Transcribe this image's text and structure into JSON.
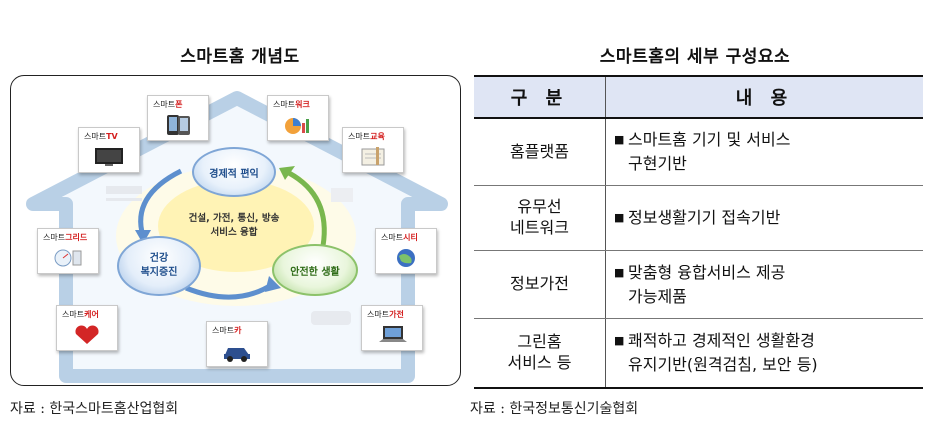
{
  "left": {
    "title": "스마트홈 개념도",
    "center_line1": "건설, 가전, 통신, 방송",
    "center_line2": "서비스 융합",
    "bubble_top": "경제적 편익",
    "bubble_left_line1": "건강",
    "bubble_left_line2": "복지증진",
    "bubble_right": "안전한 생활",
    "cards": {
      "phone": {
        "prefix": "스마트",
        "suffix": "폰"
      },
      "work": {
        "prefix": "스마트",
        "suffix": "워크"
      },
      "tv": {
        "prefix": "스마트",
        "suffix": "TV"
      },
      "edu": {
        "prefix": "스마트",
        "suffix": "교육"
      },
      "grid": {
        "prefix": "스마트",
        "suffix": "그리드"
      },
      "city": {
        "prefix": "스마트",
        "suffix": "시티"
      },
      "care": {
        "prefix": "스마트",
        "suffix": "케어"
      },
      "appliance": {
        "prefix": "스마트",
        "suffix": "가전"
      },
      "car": {
        "prefix": "스마트",
        "suffix": "카"
      }
    },
    "source": "자료 : 한국스마트홈산업협회"
  },
  "right": {
    "title": "스마트홈의 세부 구성요소",
    "header_category": "구 분",
    "header_content": "내 용",
    "rows": [
      {
        "cat1": "홈플랫폼",
        "cat2": "",
        "desc1": "스마트홈 기기 및 서비스",
        "desc2": "구현기반"
      },
      {
        "cat1": "유무선",
        "cat2": "네트워크",
        "desc1": "정보생활기기 접속기반",
        "desc2": ""
      },
      {
        "cat1": "정보가전",
        "cat2": "",
        "desc1": "맞춤형 융합서비스 제공",
        "desc2": "가능제품"
      },
      {
        "cat1": "그린홈",
        "cat2": "서비스 등",
        "desc1": "쾌적하고 경제적인 생활환경",
        "desc2": "유지기반(원격검침, 보안 등)"
      }
    ],
    "bullet": "■",
    "source": "자료 : 한국정보통신기술협회"
  },
  "colors": {
    "house_outline": "#b9d0e6",
    "table_header_bg": "#dfe5f4",
    "accent_red": "#d41f1f",
    "arrow_blue": "#5d8fce",
    "arrow_green": "#79b74e"
  }
}
